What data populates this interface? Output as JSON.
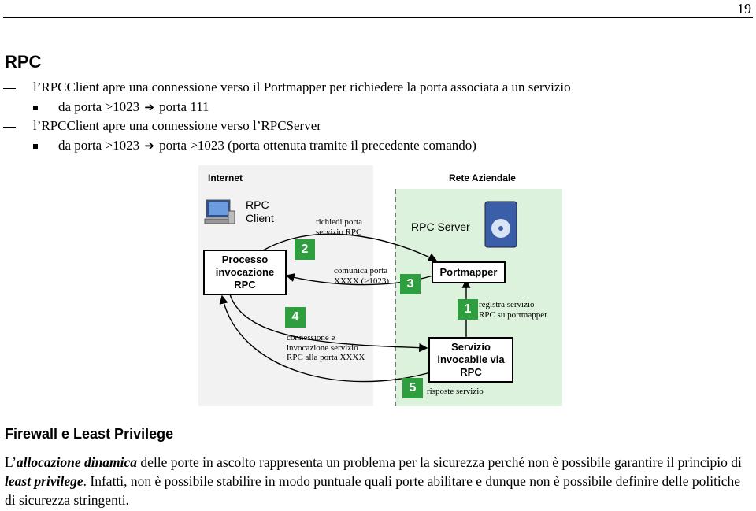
{
  "page_number": "19",
  "rpc_section": {
    "title": "RPC",
    "items": [
      {
        "text": "l’RPCClient apre una connessione verso il Portmapper per richiedere la porta associata a un servizio"
      },
      {
        "from": "da porta >1023",
        "arrow": "➔",
        "to": "porta 111"
      },
      {
        "text": "l’RPCClient apre una connessione verso l’RPCServer"
      },
      {
        "from": "da porta >1023",
        "arrow": "➔",
        "to": "porta >1023 (porta ottenuta tramite il precedente comando)"
      }
    ]
  },
  "diagram": {
    "zone_internet": "Internet",
    "zone_rete": "Rete Aziendale",
    "client_label": "RPC\nClient",
    "server_label": "RPC Server",
    "processo_box": "Processo\ninvocazione\nRPC",
    "portmapper_box": "Portmapper",
    "servizio_box": "Servizio\ninvocabile via\nRPC",
    "steps": [
      "1",
      "2",
      "3",
      "4",
      "5"
    ],
    "notes": {
      "richiedi": "richiedi porta\nservizio RPC",
      "comunica": "comunica porta\nXXXX (>1023)",
      "registra": "registra servizio\nRPC su portmapper",
      "connessione": "connessione e\ninvocazione servizio\nRPC alla porta XXXX",
      "risposte": "risposte servizio"
    },
    "colors": {
      "step_green": "#2e9e3e",
      "rete_bg": "#dcf2dc",
      "internet_bg": "#f2f2f2"
    }
  },
  "firewall_section": {
    "title": "Firewall e Least Privilege",
    "p_start": "L’",
    "p_em1": "allocazione dinamica",
    "p_mid": " delle porte in ascolto rappresenta un problema per la sicurezza perché non è possibile garantire il principio di ",
    "p_em2": "least privilege",
    "p_end": ". Infatti, non è possibile stabilire in modo puntuale quali porte abilitare e dunque non è possibile definire delle politiche di sicurezza stringenti."
  }
}
